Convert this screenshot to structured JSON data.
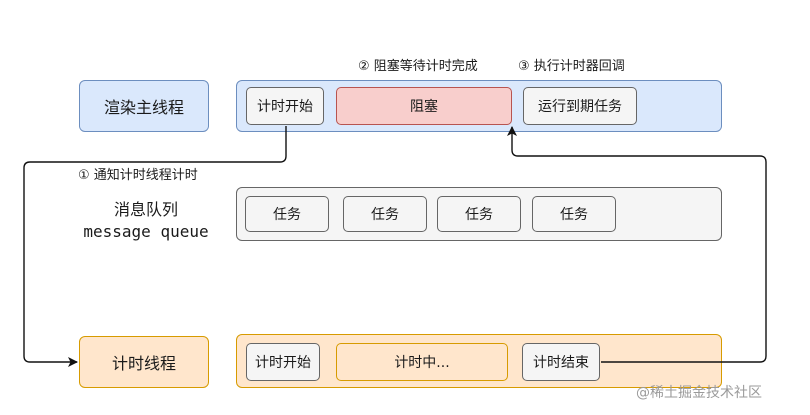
{
  "render_thread": {
    "label": "渲染主线程",
    "steps": {
      "start": "计时开始",
      "block": "阻塞",
      "run": "运行到期任务"
    }
  },
  "annotations": {
    "step1": "① 通知计时线程计时",
    "step2": "② 阻塞等待计时完成",
    "step3": "③ 执行计时器回调"
  },
  "message_queue": {
    "label_cn": "消息队列",
    "label_en": "message queue",
    "tasks": [
      "任务",
      "任务",
      "任务",
      "任务"
    ]
  },
  "timer_thread": {
    "label": "计时线程",
    "steps": {
      "start": "计时开始",
      "timing": "计时中...",
      "end": "计时结束"
    }
  },
  "watermark": "@稀土掘金技术社区",
  "colors": {
    "blue_fill": "#dae8fc",
    "blue_stroke": "#6c8ebf",
    "orange_fill": "#ffe6cc",
    "orange_stroke": "#d79b00",
    "grey_fill": "#f5f5f5",
    "grey_stroke": "#666666",
    "red_fill": "#f8cecc",
    "red_stroke": "#b85450"
  }
}
